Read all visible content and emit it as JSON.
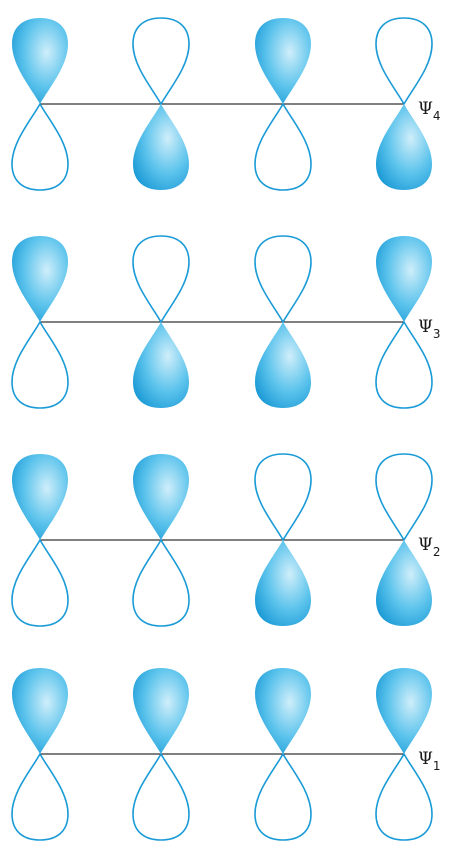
{
  "diagram": {
    "orbitals": [
      {
        "symbol": "Ψ",
        "subscript": "4",
        "upper_lobes_shaded": [
          true,
          false,
          true,
          false
        ]
      },
      {
        "symbol": "Ψ",
        "subscript": "3",
        "upper_lobes_shaded": [
          true,
          false,
          false,
          true
        ]
      },
      {
        "symbol": "Ψ",
        "subscript": "2",
        "upper_lobes_shaded": [
          true,
          true,
          false,
          false
        ]
      },
      {
        "symbol": "Ψ",
        "subscript": "1",
        "upper_lobes_shaded": [
          true,
          true,
          true,
          true
        ]
      }
    ],
    "colors": {
      "lobe_fill_light": "#cfeefa",
      "lobe_fill_mid": "#5bc3ec",
      "lobe_fill_dark": "#1596d4",
      "lobe_outline": "#1a9bd7",
      "bond_line": "#000000"
    }
  }
}
